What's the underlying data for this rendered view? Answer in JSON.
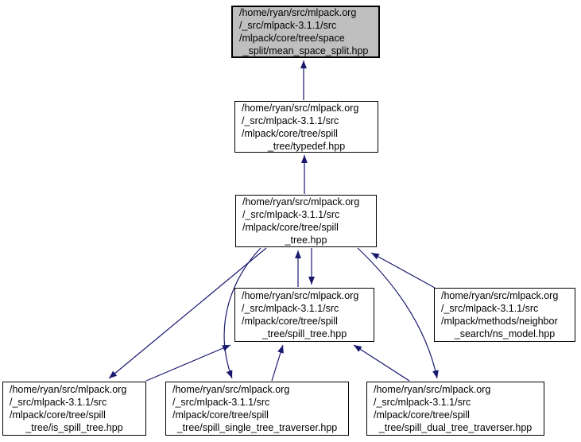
{
  "graph": {
    "kind": "include-dependency-graph",
    "colors": {
      "edge": "#191970",
      "node_fill": "#ffffff",
      "root_node_fill": "#bfbfbf",
      "node_border": "#000000",
      "text": "#000000"
    },
    "nodes": [
      {
        "id": "mean_space_split",
        "root": true,
        "lines": [
          "/home/ryan/src/mlpack.org",
          "/_src/mlpack-3.1.1/src",
          "/mlpack/core/tree/space",
          "_split/mean_space_split.hpp"
        ]
      },
      {
        "id": "typedef",
        "root": false,
        "lines": [
          "/home/ryan/src/mlpack.org",
          "/_src/mlpack-3.1.1/src",
          "/mlpack/core/tree/spill",
          "_tree/typedef.hpp"
        ]
      },
      {
        "id": "spill_tree_header",
        "root": false,
        "lines": [
          "/home/ryan/src/mlpack.org",
          "/_src/mlpack-3.1.1/src",
          "/mlpack/core/tree/spill",
          "_tree.hpp"
        ]
      },
      {
        "id": "spill_tree",
        "root": false,
        "lines": [
          "/home/ryan/src/mlpack.org",
          "/_src/mlpack-3.1.1/src",
          "/mlpack/core/tree/spill",
          "_tree/spill_tree.hpp"
        ]
      },
      {
        "id": "ns_model",
        "root": false,
        "lines": [
          "/home/ryan/src/mlpack.org",
          "/_src/mlpack-3.1.1/src",
          "/mlpack/methods/neighbor",
          "_search/ns_model.hpp"
        ]
      },
      {
        "id": "is_spill_tree",
        "root": false,
        "lines": [
          "/home/ryan/src/mlpack.org",
          "/_src/mlpack-3.1.1/src",
          "/mlpack/core/tree/spill",
          "_tree/is_spill_tree.hpp"
        ]
      },
      {
        "id": "spill_single_tree_traverser",
        "root": false,
        "lines": [
          "/home/ryan/src/mlpack.org",
          "/_src/mlpack-3.1.1/src",
          "/mlpack/core/tree/spill",
          "_tree/spill_single_tree_traverser.hpp"
        ]
      },
      {
        "id": "spill_dual_tree_traverser",
        "root": false,
        "lines": [
          "/home/ryan/src/mlpack.org",
          "/_src/mlpack-3.1.1/src",
          "/mlpack/core/tree/spill",
          "_tree/spill_dual_tree_traverser.hpp"
        ]
      }
    ],
    "edges": [
      {
        "from": "typedef",
        "to": "mean_space_split"
      },
      {
        "from": "spill_tree_header",
        "to": "typedef"
      },
      {
        "from": "spill_tree",
        "to": "spill_tree_header"
      },
      {
        "from": "spill_tree_header",
        "to": "spill_tree"
      },
      {
        "from": "spill_tree_header",
        "to": "is_spill_tree"
      },
      {
        "from": "is_spill_tree",
        "to": "spill_tree"
      },
      {
        "from": "spill_tree_header",
        "to": "spill_single_tree_traverser"
      },
      {
        "from": "spill_single_tree_traverser",
        "to": "spill_tree"
      },
      {
        "from": "spill_tree_header",
        "to": "spill_dual_tree_traverser"
      },
      {
        "from": "spill_dual_tree_traverser",
        "to": "spill_tree"
      },
      {
        "from": "ns_model",
        "to": "spill_tree_header"
      }
    ]
  }
}
